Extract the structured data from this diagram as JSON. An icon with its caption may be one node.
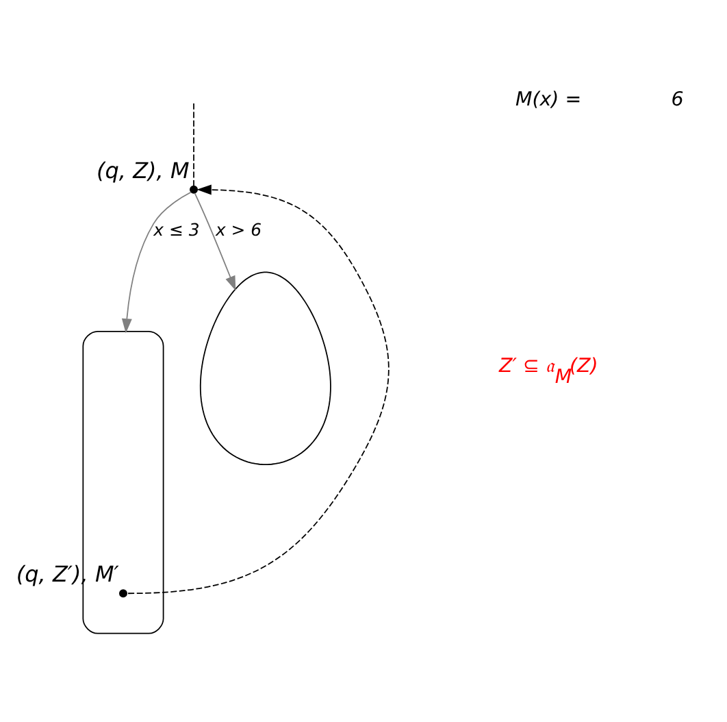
{
  "diagram": {
    "nodes": [
      {
        "text": [],
        "shape": "circle",
        "beside": [
          "(q, Z), M"
        ]
      },
      {
        "text": [],
        "shape": "teardrop"
      },
      {
        "text": [],
        "shape": "teardrop"
      },
      {
        "text": [],
        "shape": "circle",
        "beside": [
          "(q, Z′), M′"
        ],
        "in": 1
      }
    ],
    "edges": [
      {
        "from": 0,
        "to": 1,
        "arrow": "to",
        "label": "x ≤ 3",
        "color": "#808080"
      },
      {
        "from": 0,
        "to": 2,
        "arrow": "to",
        "label": "x > 6",
        "color": "#808080"
      },
      {
        "from": 3,
        "to": 0,
        "arrow": "to",
        "style": "dashed",
        "color": "#000000"
      },
      {
        "from": null,
        "to": 0,
        "arrow": "none",
        "style": "dashed",
        "color": "#000000"
      }
    ],
    "labels": [
      "M(x) =",
      "6",
      "Z′ ⊆ 𝔞$_{M}$(Z)"
    ]
  }
}
